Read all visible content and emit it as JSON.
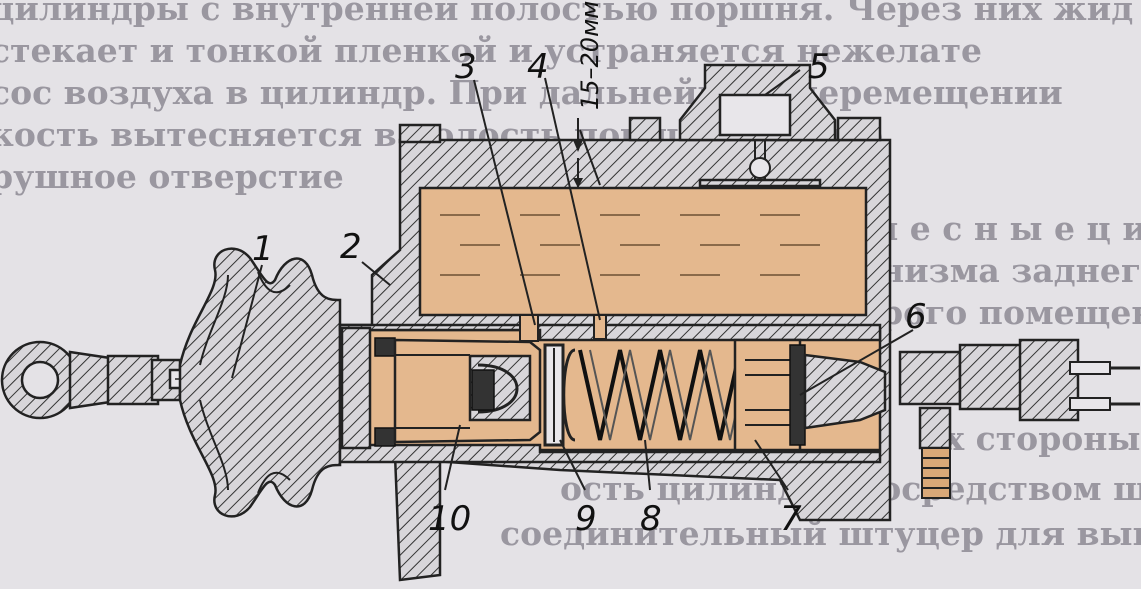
{
  "background_text": [
    "цилиндры с внутренней полостью поршня. Через них жид",
    "стекает и тонкой пленкой и устраняется нежелате",
    "сос воздуха в цилиндр. При дальнейшем перемещении",
    "кость вытесняется в полость поршня и далее",
    "рушное отверстие",
    "К о л е с н ы е ц и л и н д р ы тормо",
    "низма заднего колеса состоят из литого корпуса, в",
    "рого помещены",
    "их стороны",
    "ость цилиндра посредством шланга, и которое выхо",
    "соединительный штуцер для выпуска воздуха из пол"
  ],
  "dimension_label": "15–20мм",
  "callouts": [
    "1",
    "2",
    "3",
    "4",
    "5",
    "6",
    "7",
    "8",
    "9",
    "10"
  ],
  "colors": {
    "fluid": "#e4b88e",
    "paper": "#e4e2e6",
    "ink": "#222222",
    "bg_text": "#9a97a0"
  }
}
